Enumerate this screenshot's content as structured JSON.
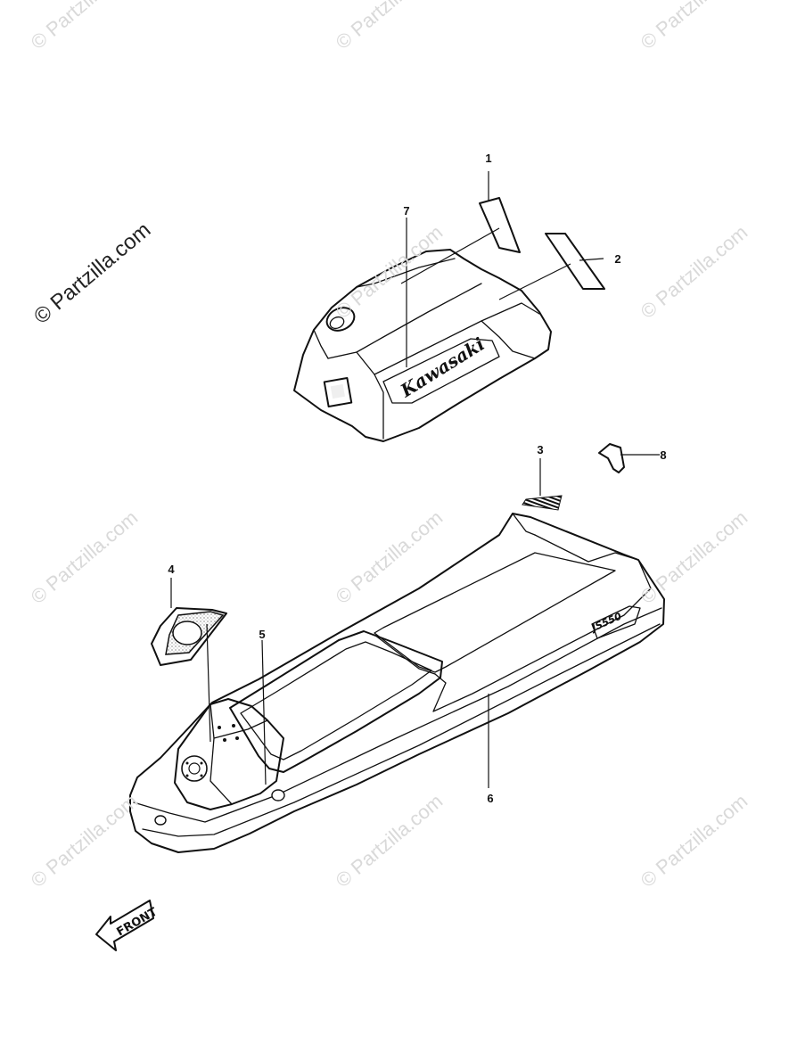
{
  "watermark": {
    "text": "© Partzilla.com"
  },
  "callouts": [
    {
      "id": "callout-1",
      "label": "1"
    },
    {
      "id": "callout-2",
      "label": "2"
    },
    {
      "id": "callout-3",
      "label": "3"
    },
    {
      "id": "callout-4",
      "label": "4"
    },
    {
      "id": "callout-5",
      "label": "5"
    },
    {
      "id": "callout-6",
      "label": "6"
    },
    {
      "id": "callout-7",
      "label": "7"
    },
    {
      "id": "callout-8",
      "label": "8"
    }
  ],
  "hood": {
    "brand_decal": "Kawasaki"
  },
  "hull": {
    "model_decal": "JS550"
  },
  "arrow": {
    "label": "FRONT"
  }
}
